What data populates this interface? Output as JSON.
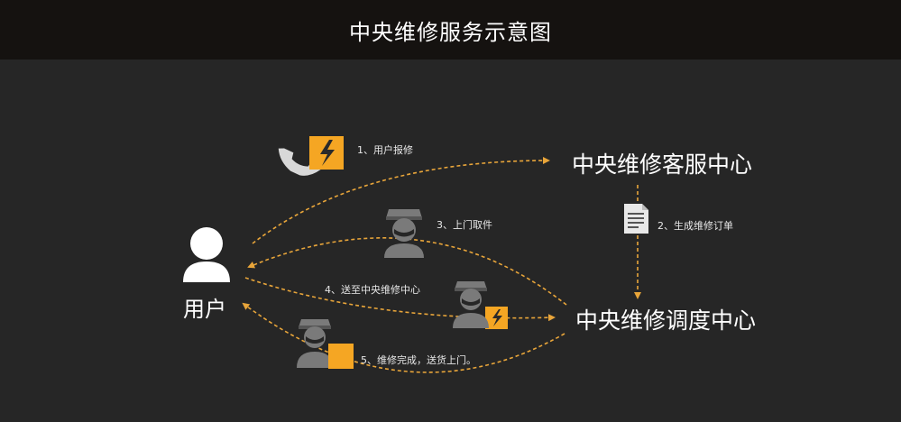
{
  "title": "中央维修服务示意图",
  "nodes": {
    "user": "用户",
    "service_center": "中央维修客服中心",
    "dispatch_center": "中央维修调度中心"
  },
  "steps": [
    "1、用户报修",
    "2、生成维修订单",
    "3、上门取件",
    "4、送至中央维修中心",
    "5、维修完成，送货上门。"
  ],
  "colors": {
    "accent": "#F5A623",
    "arrow": "#E8A53A",
    "background": "#262626",
    "header": "#151210",
    "text": "#FFFFFF"
  },
  "icons": [
    "phone-icon",
    "lightning-icon",
    "document-icon",
    "courier-icon",
    "user-icon",
    "package-icon"
  ]
}
